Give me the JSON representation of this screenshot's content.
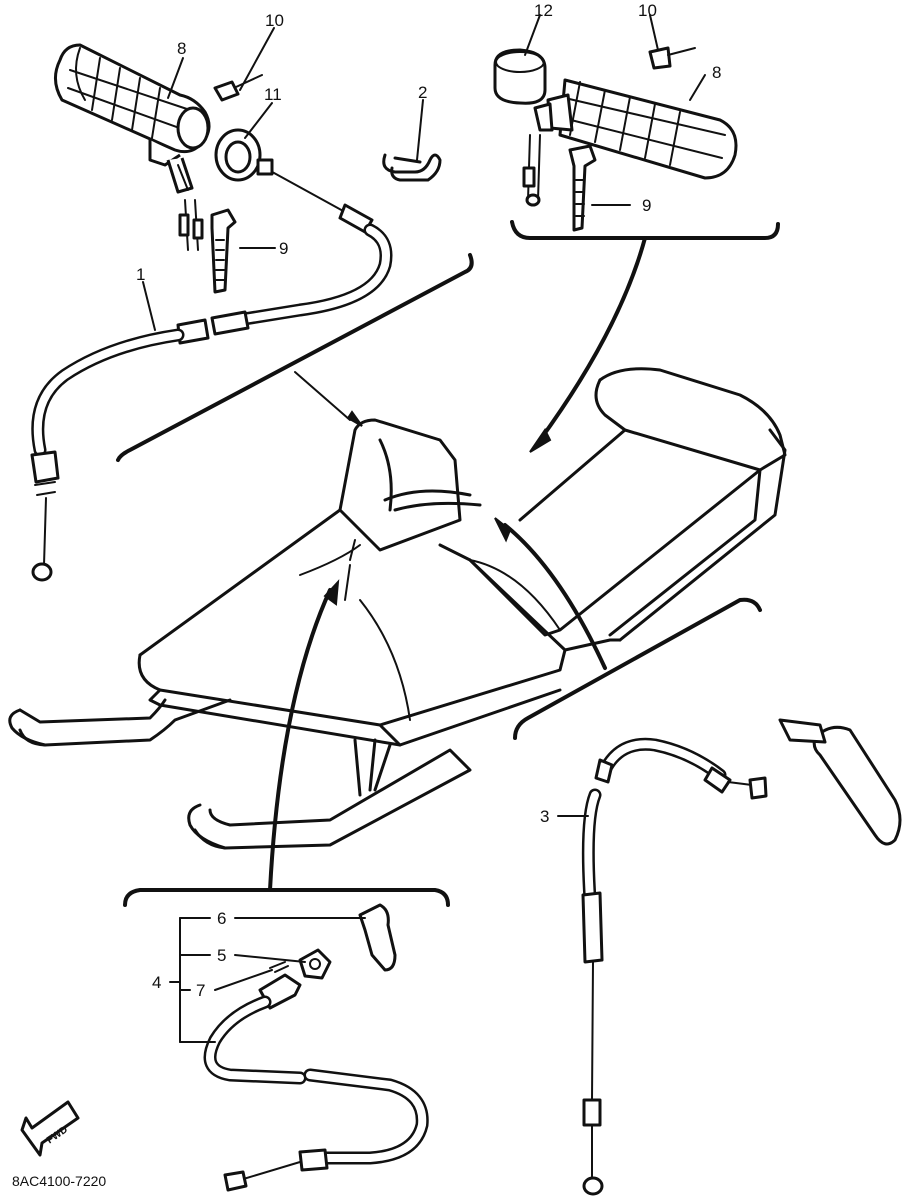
{
  "labels": {
    "callout_1": "1",
    "callout_2": "2",
    "callout_3": "3",
    "callout_4": "4",
    "callout_5": "5",
    "callout_6": "6",
    "callout_7": "7",
    "callout_8_left": "8",
    "callout_8_right": "8",
    "callout_9_left": "9",
    "callout_9_right": "9",
    "callout_10_left": "10",
    "callout_10_right": "10",
    "callout_11": "11",
    "callout_12": "12"
  },
  "fwd_badge": "FWD",
  "drawing_code": "8AC4100-7220",
  "colors": {
    "ink": "#111111",
    "paper": "#ffffff"
  }
}
